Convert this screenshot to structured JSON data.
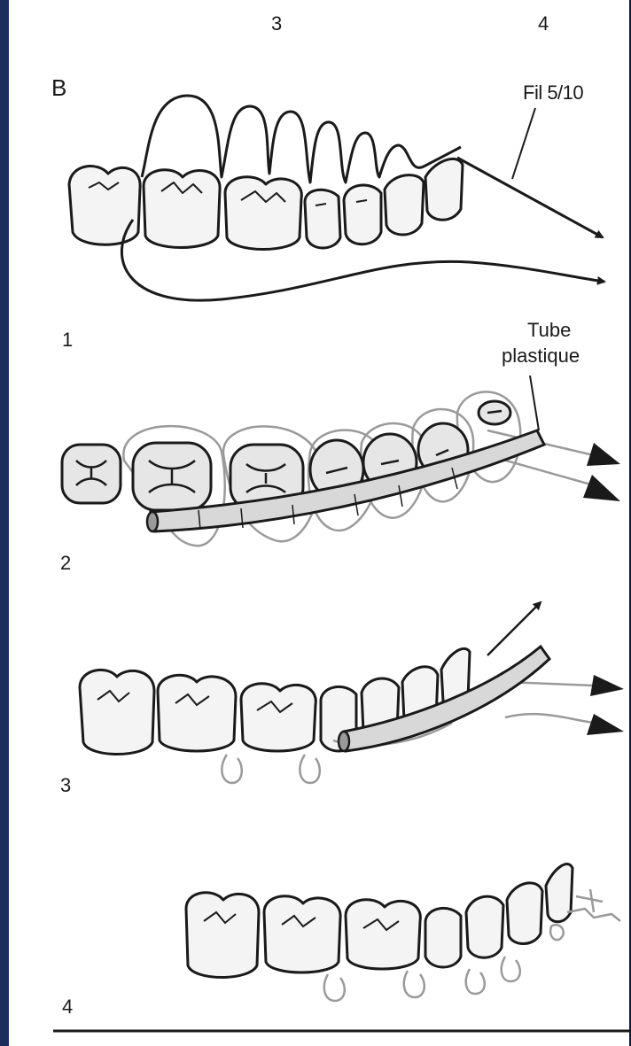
{
  "header": {
    "col3": "3",
    "col4": "4"
  },
  "figure": {
    "label": "B",
    "wire_label": "Fil 5/10",
    "tube_label_line1": "Tube",
    "tube_label_line2": "plastique"
  },
  "steps": [
    "1",
    "2",
    "3",
    "4"
  ],
  "colors": {
    "frame": "#1c2e5c",
    "line": "#1a1a1a",
    "tooth": "#f4f4f4",
    "shade": "#d8d8d8",
    "wire_light": "#9a9a9a"
  }
}
